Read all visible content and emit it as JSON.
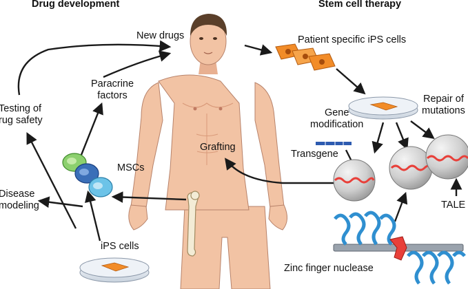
{
  "headers": {
    "drug_development": "Drug development",
    "stem_cell_therapy": "Stem cell therapy"
  },
  "labels": {
    "new_drugs": "New drugs",
    "patient_ips": "Patient specific iPS cells",
    "paracrine": "Paracrine\nfactors",
    "testing": "Testing of\nrug safety",
    "gene_mod": "Gene\nmodification",
    "repair": "Repair of\nmutations",
    "grafting": "Grafting",
    "transgene": "Transgene",
    "mscs": "MSCs",
    "disease": "Disease\nmodeling",
    "tale": "TALE",
    "ips_cells": "iPS cells",
    "zinc_finger": "Zinc finger nuclease"
  },
  "colors": {
    "skin": "#f2c3a4",
    "skin_shadow": "#d99a7a",
    "hair": "#5a3f2a",
    "arrow": "#1a1a1a",
    "ips_cell_fill": "#f28c28",
    "dna_blue": "#2f8fd0",
    "dna_red": "#e8403a",
    "sphere_grey": "#c8c8c8",
    "msc_green": "#8cd06e",
    "msc_blue": "#3a6fb8",
    "msc_cyan": "#6cc3e8",
    "transgene_blue": "#2d5bb0"
  }
}
